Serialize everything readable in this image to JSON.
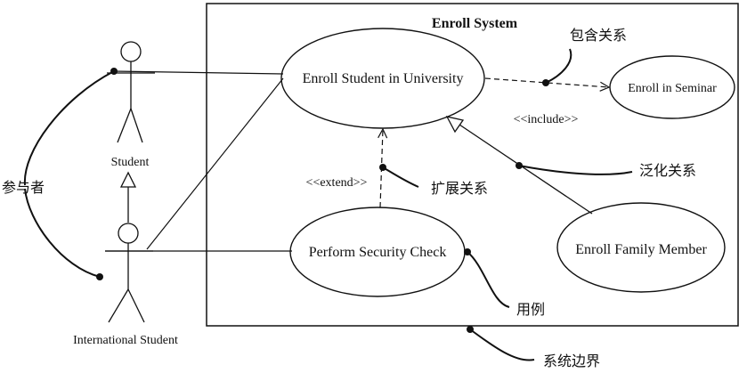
{
  "system": {
    "title": "Enroll System"
  },
  "actors": {
    "student": "Student",
    "international_student": "International Student"
  },
  "use_cases": {
    "enroll_student": "Enroll Student in University",
    "enroll_seminar": "Enroll in Seminar",
    "security_check": "Perform Security Check",
    "family_member": "Enroll Family Member"
  },
  "relations": {
    "include": "<<include>>",
    "extend": "<<extend>>"
  },
  "annotations": {
    "include_relation": "包含关系",
    "extend_relation": "扩展关系",
    "generalization": "泛化关系",
    "actor": "参与者",
    "use_case": "用例",
    "system_boundary": "系统边界"
  }
}
